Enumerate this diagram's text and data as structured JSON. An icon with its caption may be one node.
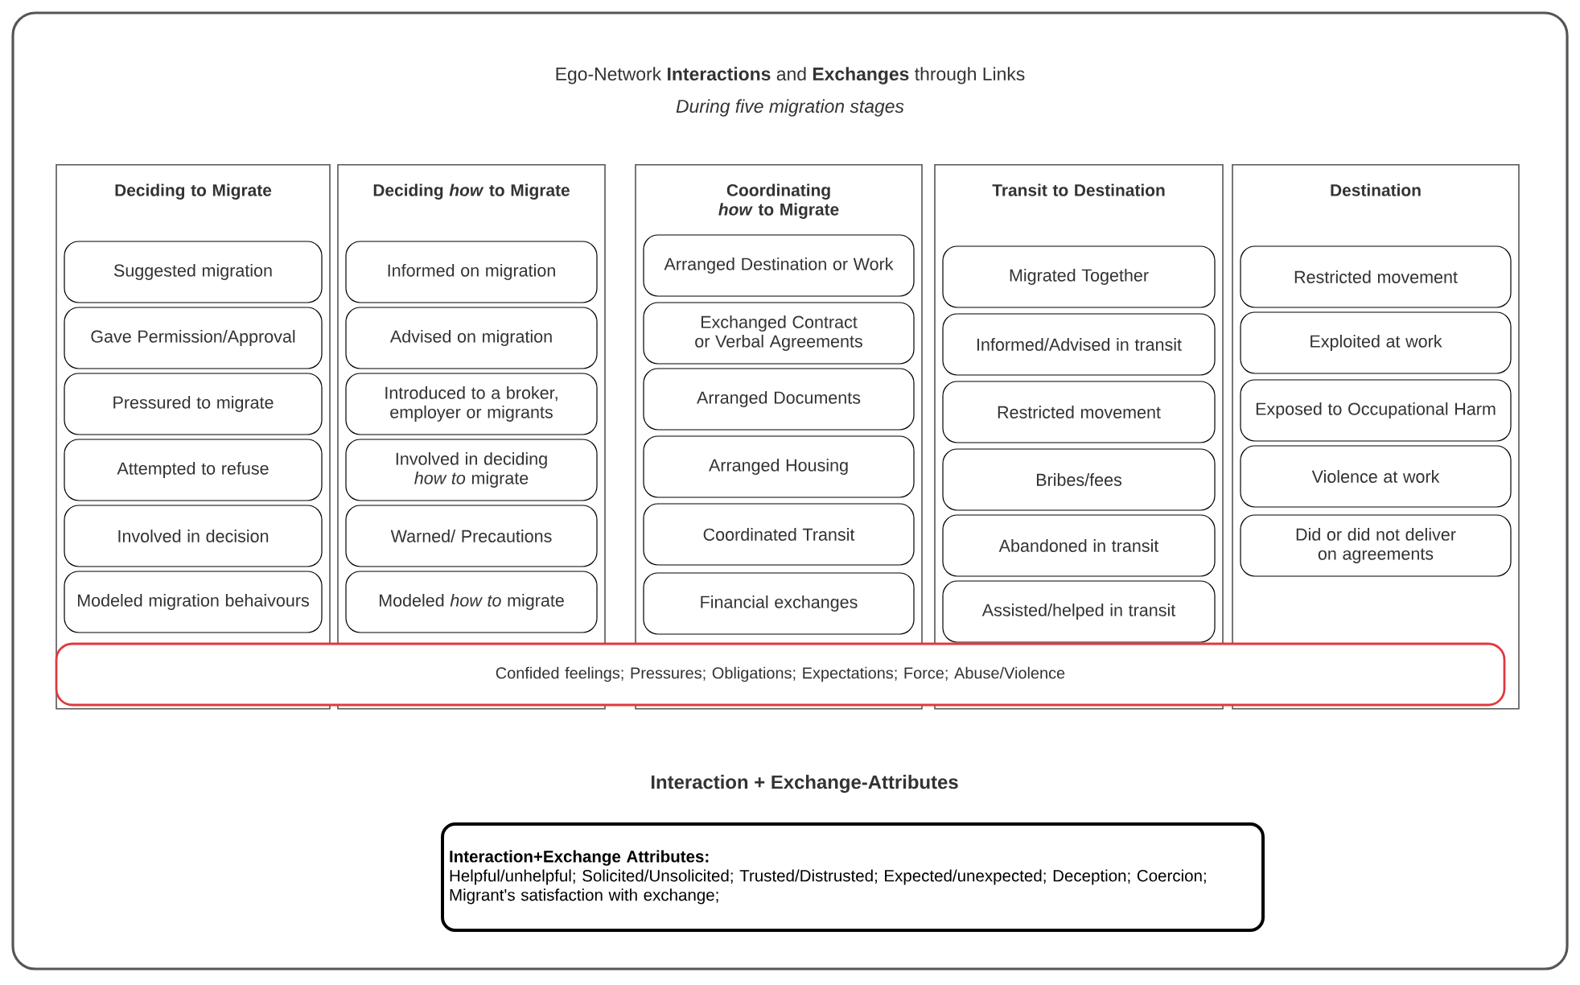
{
  "diagram": {
    "title": "Ego-Network **Interactions** and **Exchanges** through Links",
    "nodes": [
      {
        "text": [],
        "shape": "box"
      },
      {
        "text": [
          "Deciding to Migrate"
        ],
        "in": 0
      },
      {
        "text": [
          "Suggested migration"
        ],
        "in": 1
      },
      {
        "text": [
          "Gave Permission/Approval"
        ],
        "in": 1
      },
      {
        "text": [
          "Pressured to migrate"
        ],
        "in": 1
      },
      {
        "text": [
          "Attempted to refuse"
        ],
        "in": 1
      },
      {
        "text": [
          "Involved in decision"
        ],
        "in": 1
      },
      {
        "text": [
          "Modeled migration behaivours"
        ],
        "in": 1
      },
      {
        "text": [
          "Deciding *how* to Migrate"
        ],
        "in": 0
      },
      {
        "text": [
          "Informed on migration"
        ],
        "in": 8
      },
      {
        "text": [
          "Advised on migration"
        ],
        "in": 8
      },
      {
        "text": [
          "Introduced to a broker, employer or migrants"
        ],
        "in": 8
      },
      {
        "text": [
          "Involved in deciding *how to* migrate"
        ],
        "in": 8
      },
      {
        "text": [
          "Warned/ Precautions"
        ],
        "in": 8
      },
      {
        "text": [
          "Modeled *how to* migrate"
        ],
        "in": 8
      },
      {
        "text": [
          "Coordinating *how* to Migrate"
        ],
        "in": 0
      },
      {
        "text": [
          "Arranged Destination or Work"
        ],
        "in": 15
      },
      {
        "text": [
          "Exchanged Contract or Verbal Agreements"
        ],
        "in": 15
      },
      {
        "text": [
          "Arranged Documents"
        ],
        "in": 15
      },
      {
        "text": [
          "Arranged Housing"
        ],
        "in": 15
      },
      {
        "text": [
          "Coordinated Transit"
        ],
        "in": 15
      },
      {
        "text": [
          "Financial exchanges"
        ],
        "in": 15
      },
      {
        "text": [
          "Transit to Destination"
        ],
        "in": 0
      },
      {
        "text": [
          "Migrated Together"
        ],
        "in": 22
      },
      {
        "text": [
          "Informed/Advised in transit"
        ],
        "in": 22
      },
      {
        "text": [
          "Restricted movement"
        ],
        "in": 22
      },
      {
        "text": [
          "Bribes/fees"
        ],
        "in": 22
      },
      {
        "text": [
          "Abandoned in transit"
        ],
        "in": 22
      },
      {
        "text": [
          "Assisted/helped in transit"
        ],
        "in": 22
      },
      {
        "text": [
          "Destination"
        ],
        "in": 0
      },
      {
        "text": [
          "Restricted movement"
        ],
        "in": 29
      },
      {
        "text": [
          "Exploited at work"
        ],
        "in": 29
      },
      {
        "text": [
          "Exposed to Occupational Harm"
        ],
        "in": 29
      },
      {
        "text": [
          "Violence at work"
        ],
        "in": 29
      },
      {
        "text": [
          "Did or did not deliver on agreements"
        ],
        "in": 29
      },
      {
        "text": [
          "Confided feelings; Pressures; Obligations; Expectations; Force; Abuse/Violence"
        ],
        "in": 0
      },
      {
        "text": [
          "Interaction+Exchange Attributes:",
          "Helpful/unhelpful; Solicited/Unsolicited; Trusted/Distrusted; Expected/unexpected; Deception; Coercion; Migrant's satisfaction with exchange;"
        ],
        "in": 0
      }
    ],
    "labels": [
      "During five migration stages",
      "Interaction + Exchange-Attributes"
    ]
  }
}
